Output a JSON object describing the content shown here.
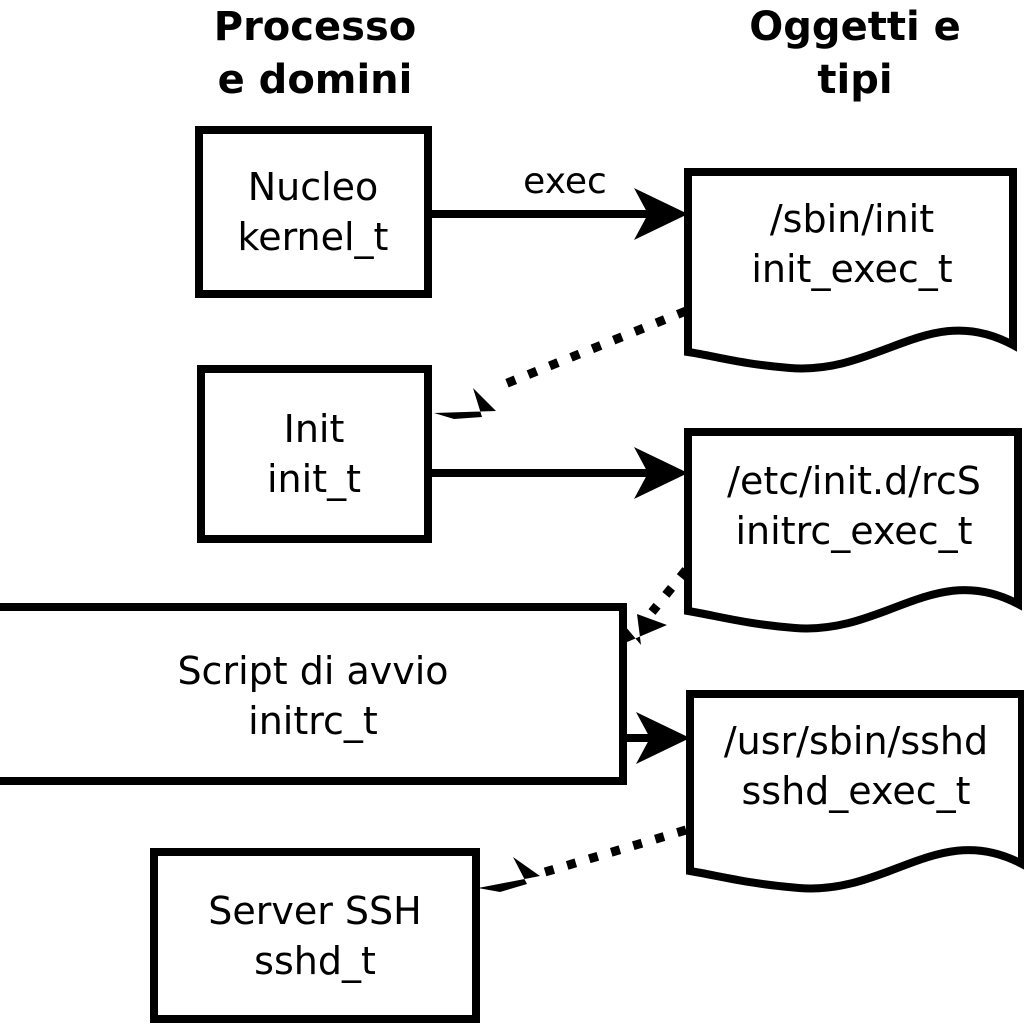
{
  "diagram": {
    "title_columns": [
      {
        "id": "processes",
        "line1": "Processo",
        "line2": "e domini"
      },
      {
        "id": "objects",
        "line1": "Oggetti e",
        "line2": "tipi"
      }
    ],
    "colors": {
      "stroke": "#000000",
      "fill": "#ffffff",
      "background": "#ffffff"
    },
    "process_nodes": [
      {
        "id": "kernel",
        "line1": "Nucleo",
        "line2": "kernel_t"
      },
      {
        "id": "init",
        "line1": "Init",
        "line2": "init_t"
      },
      {
        "id": "initrc",
        "line1": "Script di avvio",
        "line2": "initrc_t"
      },
      {
        "id": "sshd",
        "line1": "Server SSH",
        "line2": "sshd_t"
      }
    ],
    "object_nodes": [
      {
        "id": "init_exec",
        "line1": "/sbin/init",
        "line2": "init_exec_t"
      },
      {
        "id": "initrc_exec",
        "line1": "/etc/init.d/rcS",
        "line2": "initrc_exec_t"
      },
      {
        "id": "sshd_exec",
        "line1": "/usr/sbin/sshd",
        "line2": "sshd_exec_t"
      }
    ],
    "edges": [
      {
        "id": "kernel-to-init-exec",
        "label": "exec",
        "style": "solid",
        "from": "kernel",
        "to": "init_exec"
      },
      {
        "id": "init-exec-to-init",
        "label": "",
        "style": "dotted",
        "from": "init_exec",
        "to": "init"
      },
      {
        "id": "init-to-initrc-exec",
        "label": "",
        "style": "solid",
        "from": "init",
        "to": "initrc_exec"
      },
      {
        "id": "initrc-exec-to-initrc",
        "label": "",
        "style": "dotted",
        "from": "initrc_exec",
        "to": "initrc"
      },
      {
        "id": "initrc-to-sshd-exec",
        "label": "",
        "style": "solid",
        "from": "initrc",
        "to": "sshd_exec"
      },
      {
        "id": "sshd-exec-to-sshd",
        "label": "",
        "style": "dotted",
        "from": "sshd_exec",
        "to": "sshd"
      }
    ]
  }
}
